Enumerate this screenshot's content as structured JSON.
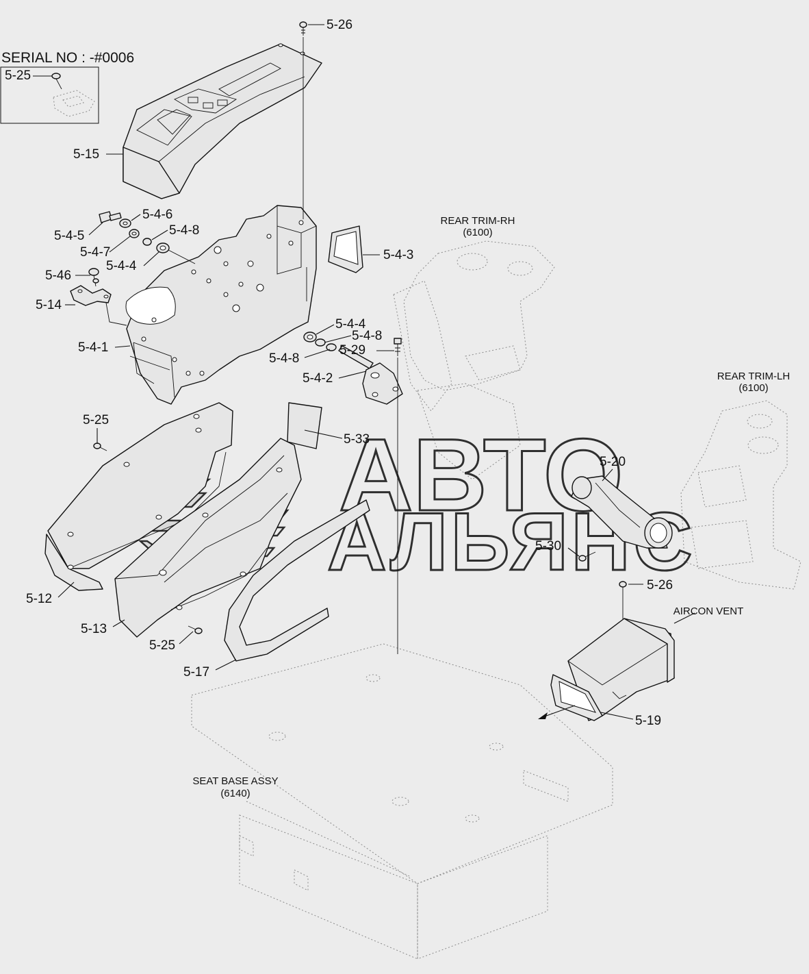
{
  "serial_box": {
    "title": "SERIAL NO : -#0006",
    "part_label": "5-25"
  },
  "references": {
    "rear_trim_rh": {
      "name": "REAR TRIM-RH",
      "code": "(6100)"
    },
    "rear_trim_lh": {
      "name": "REAR TRIM-LH",
      "code": "(6100)"
    },
    "seat_base": {
      "name": "SEAT BASE ASSY",
      "code": "(6140)"
    },
    "aircon_vent": "AIRCON VENT"
  },
  "watermark": {
    "line1": "АВТО",
    "line2": "АЛЬЯНС"
  },
  "callouts": {
    "c_5_26_top": "5-26",
    "c_5_15": "5-15",
    "c_5_4_6": "5-4-6",
    "c_5_4_5": "5-4-5",
    "c_5_4_8_a": "5-4-8",
    "c_5_4_7": "5-4-7",
    "c_5_4_4_a": "5-4-4",
    "c_5_46": "5-46",
    "c_5_14": "5-14",
    "c_5_4_3": "5-4-3",
    "c_5_4_1": "5-4-1",
    "c_5_4_4_b": "5-4-4",
    "c_5_4_8_b": "5-4-8",
    "c_5_29": "5-29",
    "c_5_4_8_c": "5-4-8",
    "c_5_4_2": "5-4-2",
    "c_5_25_a": "5-25",
    "c_5_33": "5-33",
    "c_5_20": "5-20",
    "c_5_30": "5-30",
    "c_5_12": "5-12",
    "c_5_26_b": "5-26",
    "c_5_13": "5-13",
    "c_5_25_b": "5-25",
    "c_5_17": "5-17",
    "c_5_19": "5-19"
  }
}
